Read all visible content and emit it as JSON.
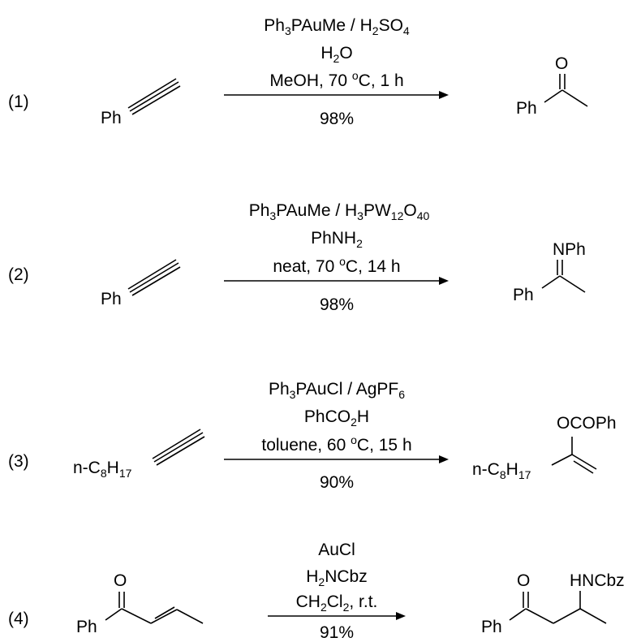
{
  "reactions": [
    {
      "label": "(1)",
      "reactant": {
        "ph": "Ph"
      },
      "conditions": {
        "line1": {
          "a": "Ph",
          "a_sub": "3",
          "b": "PAuMe / H",
          "b_sub": "2",
          "c": "SO",
          "c_sub": "4"
        },
        "line2": {
          "a": "H",
          "a_sub": "2",
          "b": "O"
        },
        "line3": {
          "a": "MeOH, 70 ",
          "a_sup": "o",
          "b": "C, 1 h"
        }
      },
      "yield": "98%",
      "product": {
        "ph": "Ph",
        "hetero": "O"
      }
    },
    {
      "label": "(2)",
      "reactant": {
        "ph": "Ph"
      },
      "conditions": {
        "line1": {
          "a": "Ph",
          "a_sub": "3",
          "b": "PAuMe / H",
          "b_sub": "3",
          "c": "PW",
          "c_sub": "12",
          "d": "O",
          "d_sub": "40"
        },
        "line2": {
          "a": "PhNH",
          "a_sub": "2"
        },
        "line3": {
          "a": "neat, 70 ",
          "a_sup": "o",
          "b": "C, 14 h"
        }
      },
      "yield": "98%",
      "product": {
        "ph": "Ph",
        "hetero": "NPh"
      }
    },
    {
      "label": "(3)",
      "reactant": {
        "a": "n-C",
        "a_sub": "8",
        "b": "H",
        "b_sub": "17"
      },
      "conditions": {
        "line1": {
          "a": "Ph",
          "a_sub": "3",
          "b": "PAuCl / AgPF",
          "b_sub": "6"
        },
        "line2": {
          "a": "PhCO",
          "a_sub": "2",
          "b": "H"
        },
        "line3": {
          "a": "toluene, 60 ",
          "a_sup": "o",
          "b": "C, 15 h"
        }
      },
      "yield": "90%",
      "product": {
        "a": "n-C",
        "a_sub": "8",
        "b": "H",
        "b_sub": "17",
        "hetero": "OCOPh"
      }
    },
    {
      "label": "(4)",
      "reactant": {
        "ph": "Ph",
        "hetero": "O"
      },
      "conditions": {
        "line1": {
          "a": "AuCl"
        },
        "line2": {
          "a": "H",
          "a_sub": "2",
          "b": "NCbz"
        },
        "line3": {
          "a": "CH",
          "a_sub": "2",
          "b": "Cl",
          "b_sub": "2",
          "c": ", r.t."
        }
      },
      "yield": "91%",
      "product": {
        "ph": "Ph",
        "hetero": "O",
        "amine": "HNCbz"
      }
    }
  ]
}
